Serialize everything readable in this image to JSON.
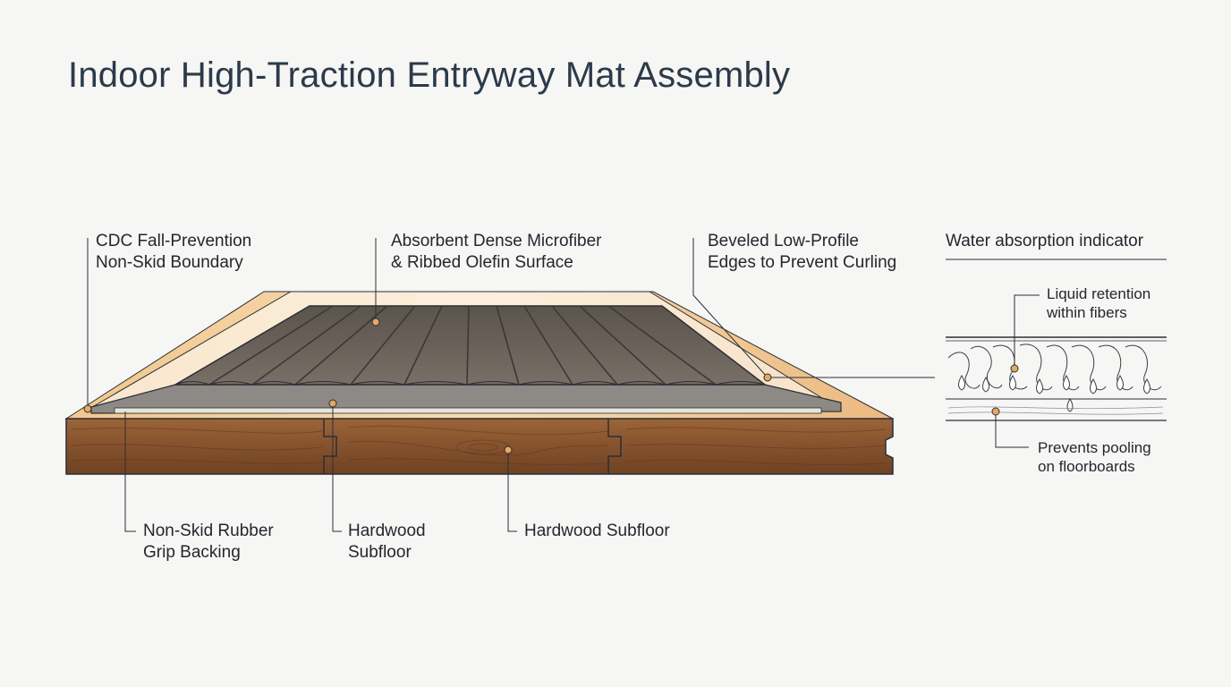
{
  "title": "Indoor High-Traction Entryway Mat Assembly",
  "callouts": {
    "boundary": [
      "CDC Fall-Prevention",
      "Non-Skid Boundary"
    ],
    "surface": [
      "Absorbent Dense Microfiber",
      "& Ribbed Olefin Surface"
    ],
    "edges": [
      "Beveled Low-Profile",
      "Edges to Prevent Curling"
    ],
    "backing": [
      "Non-Skid Rubber",
      "Grip Backing"
    ],
    "subfloor_joint": [
      "Hardwood",
      "Subfloor"
    ],
    "subfloor": [
      "Hardwood Subfloor"
    ]
  },
  "inset": {
    "heading": "Water absorption indicator",
    "retention": [
      "Liquid retention",
      "within fibers"
    ],
    "pooling": [
      "Prevents pooling",
      "on floorboards"
    ]
  },
  "colors": {
    "wood": "#8a5530",
    "wood_light": "#e9b97a",
    "mat": "#6a625a",
    "line": "#2a2f36",
    "dot": "#e8a860"
  }
}
